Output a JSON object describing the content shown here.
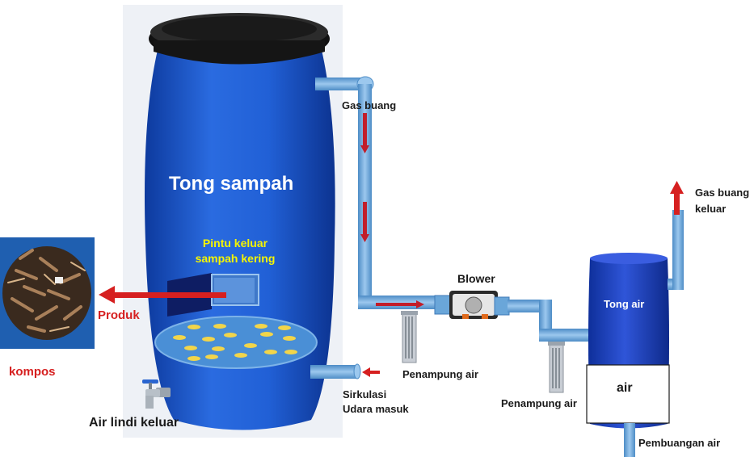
{
  "labels": {
    "tong_sampah": "Tong sampah",
    "pintu_line1": "Pintu keluar",
    "pintu_line2": "sampah kering",
    "produk": "Produk",
    "kompos": "kompos",
    "air_lindi": "Air lindi keluar",
    "gas_buang": "Gas buang",
    "sirkulasi_line1": "Sirkulasi",
    "sirkulasi_line2": "Udara masuk",
    "blower": "Blower",
    "penampung_air_1": "Penampung air",
    "penampung_air_2": "Penampung air",
    "tong_air": "Tong air",
    "air": "air",
    "gas_buang_keluar_line1": "Gas buang",
    "gas_buang_keluar_line2": "keluar",
    "pembuangan_air": "Pembuangan air"
  },
  "colors": {
    "barrel_blue": "#1f56c8",
    "pipe_blue": "#6aa6d9",
    "arrow_red": "#d62020",
    "pellet_yellow": "#f2d54a"
  },
  "icons": [
    "compost-photo",
    "water-tap-icon",
    "blower-fan-icon",
    "water-filter-icon"
  ]
}
